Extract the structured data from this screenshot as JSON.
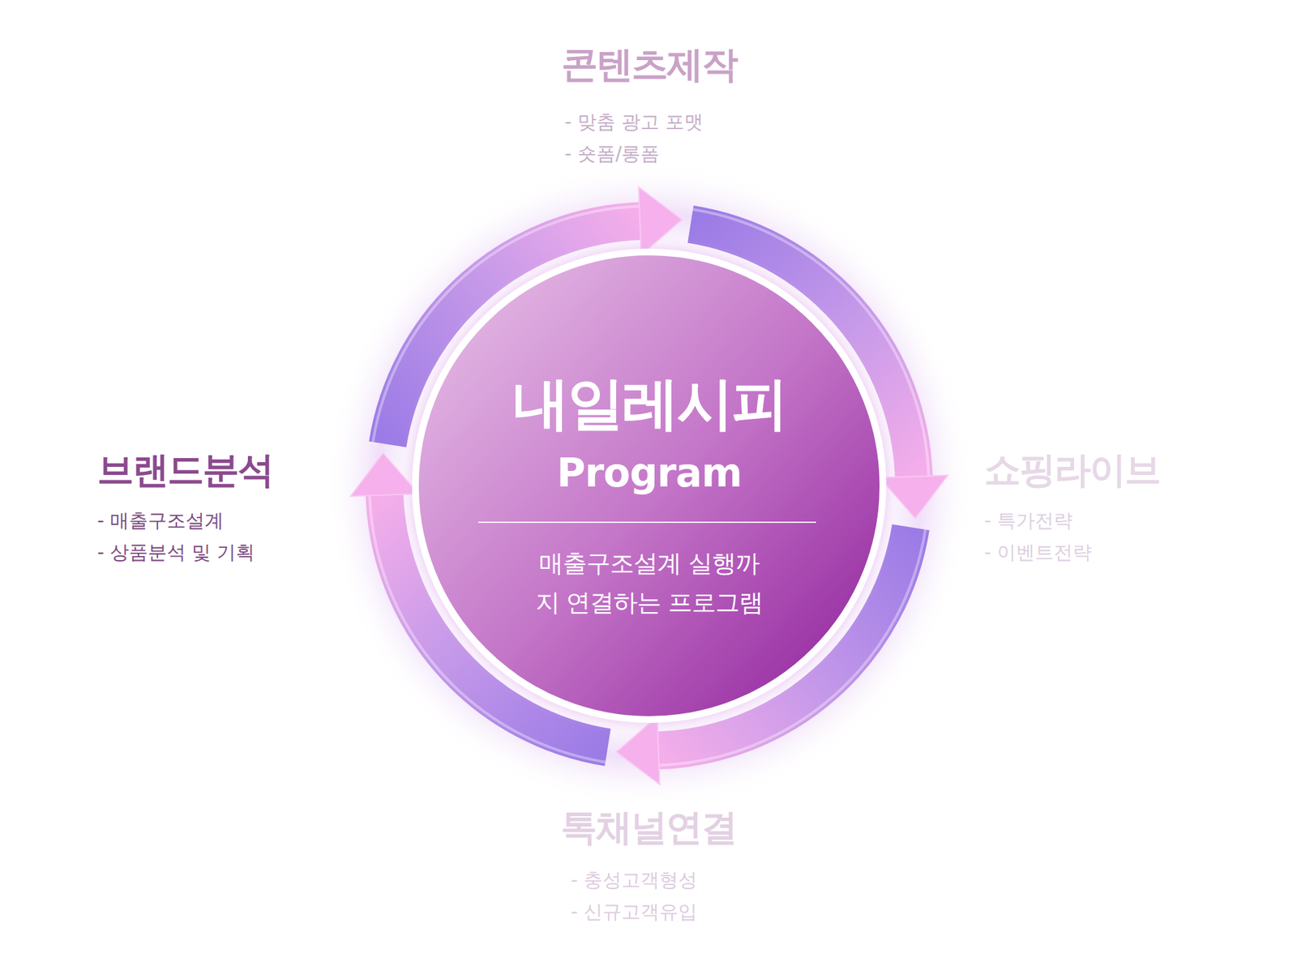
{
  "diagram": {
    "nodes": [
      {
        "text": [
          "콘텐츠제작",
          "- 맞춤 광고 포맷",
          "- 숏폼/롱폼"
        ]
      },
      {
        "text": [
          "브랜드분석",
          "- 매출구조설계",
          "- 상품분석 및 기획"
        ]
      },
      {
        "text": [
          "내일레시피",
          "Program",
          "매출구조설계 실행까지 연결하는 프로그램"
        ]
      },
      {
        "text": [
          "쇼핑라이브",
          "- 특가전략",
          "- 이벤트전략"
        ]
      },
      {
        "text": [
          "톡채널연결",
          "- 충성고객형성",
          "- 신규고객유입"
        ]
      }
    ],
    "edges": [
      {
        "from": 1,
        "to": 0,
        "arrow": "to"
      },
      {
        "from": 0,
        "to": 3,
        "arrow": "to"
      },
      {
        "from": 3,
        "to": 4,
        "arrow": "to"
      },
      {
        "from": 4,
        "to": 1,
        "arrow": "to"
      }
    ]
  }
}
